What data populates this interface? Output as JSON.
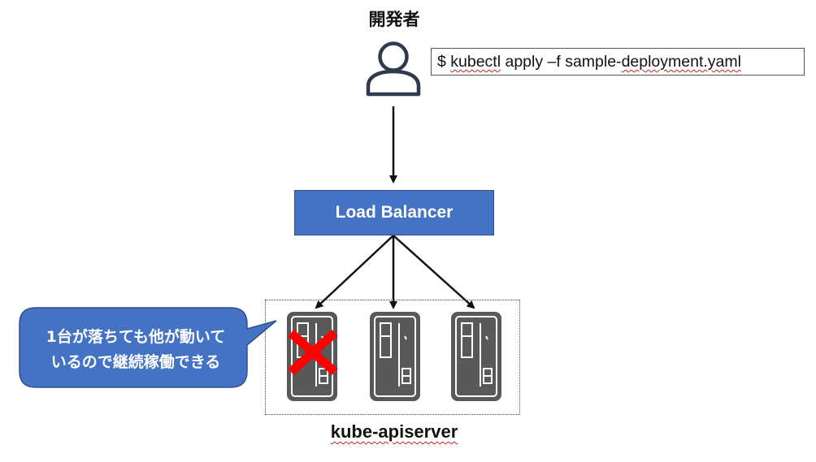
{
  "developer": {
    "label": "開発者",
    "icon": "user-icon"
  },
  "command": {
    "prefix": "$ ",
    "word1": "kubectl",
    "middle": " apply –f sample-",
    "word2": "deployment.yaml"
  },
  "load_balancer": {
    "label": "Load Balancer"
  },
  "server_group": {
    "label": "kube-apiserver",
    "servers": [
      {
        "icon": "server-icon",
        "status": "down"
      },
      {
        "icon": "server-icon",
        "status": "up"
      },
      {
        "icon": "server-icon",
        "status": "up"
      }
    ]
  },
  "callout": {
    "line1": "1台が落ちても他が動いて",
    "line2": "いるので継続稼働できる"
  },
  "colors": {
    "box_fill": "#4472C4",
    "box_border": "#2F528F",
    "server_fill": "#595959",
    "failure_cross": "#FF0000"
  }
}
